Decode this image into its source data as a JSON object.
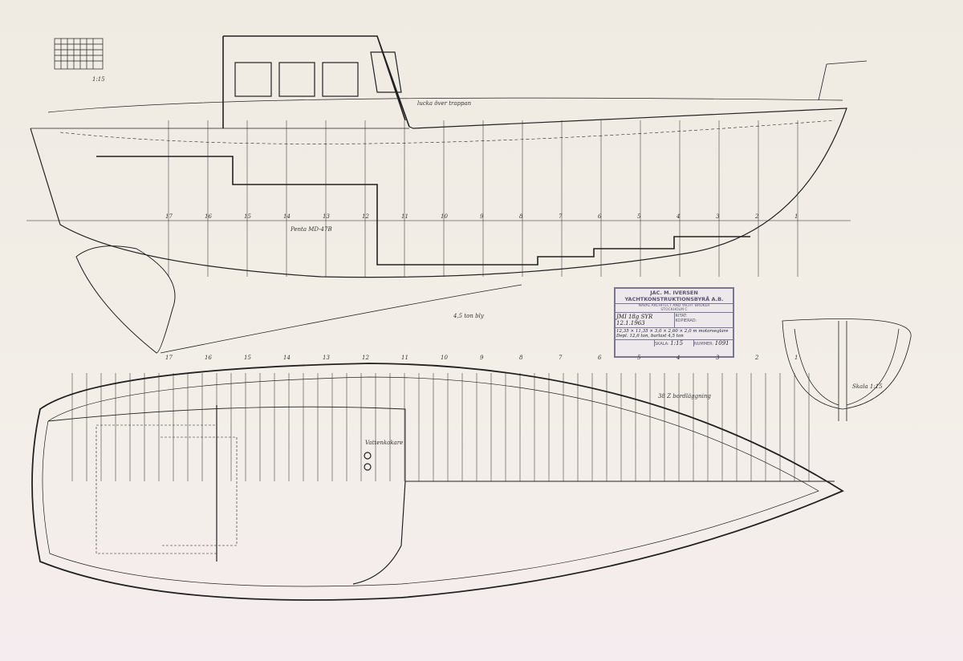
{
  "title_block": {
    "firm": "JAC. M. IVERSEN YACHTKONSTRUKTIONSBYRÅ A.B.",
    "subtitle": "NAVAL ARCHITECT AND YACHT BROKER",
    "city": "STOCKHOLM C",
    "ritat_label": "RITAT:",
    "kopierad_label": "KOPIERAD:",
    "drawing_name": "JMI 18g SYR",
    "date": "12.1.1963",
    "dimensions": "12,35 × 11,35 × 3,0 × 2,60 × 2,0 m motorseglare",
    "displacement": "Depl. 12,6 ton, barlast 4,5 ton",
    "scale_label": "SKALA:",
    "scale": "1:15",
    "number_label": "NUMMER:",
    "number": "1091"
  },
  "scale_bar_label": "1:15",
  "body_plan_label": "Skala 1:15",
  "station_numbers": [
    "17",
    "16",
    "15",
    "14",
    "13",
    "12",
    "11",
    "10",
    "9",
    "8",
    "7",
    "6",
    "5",
    "4",
    "3",
    "2",
    "1"
  ],
  "annotations": {
    "engine": "Penta MD-47B",
    "ballast": "4,5 ton bly",
    "stove": "Vattenkokare",
    "deck": "38 Z bordläggning",
    "hatch": "lucka över trappan"
  }
}
